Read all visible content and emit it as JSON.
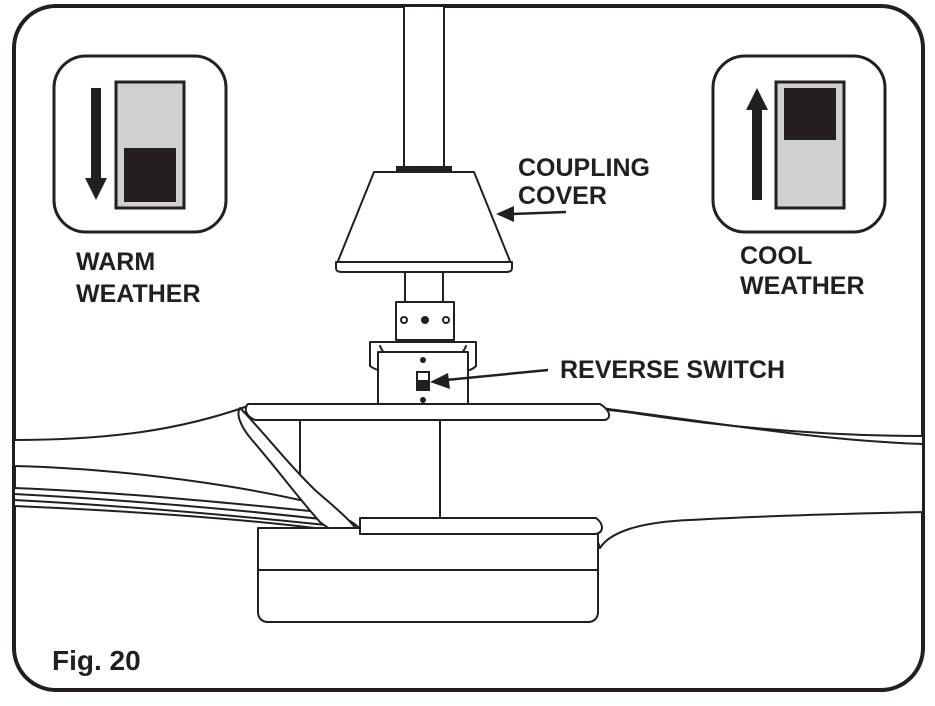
{
  "labels": {
    "coupling_cover_line1": "COUPLING",
    "coupling_cover_line2": "COVER",
    "warm_line1": "WARM",
    "warm_line2": "WEATHER",
    "cool_line1": "COOL",
    "cool_line2": "WEATHER",
    "reverse_switch": "REVERSE SWITCH",
    "figure": "Fig. 20"
  },
  "icons": {
    "warm": "arrow-down-switch-icon",
    "cool": "arrow-up-switch-icon"
  },
  "colors": {
    "ink": "#231f20",
    "switch_track": "#cfd0d2",
    "switch_knob": "#231f20"
  }
}
